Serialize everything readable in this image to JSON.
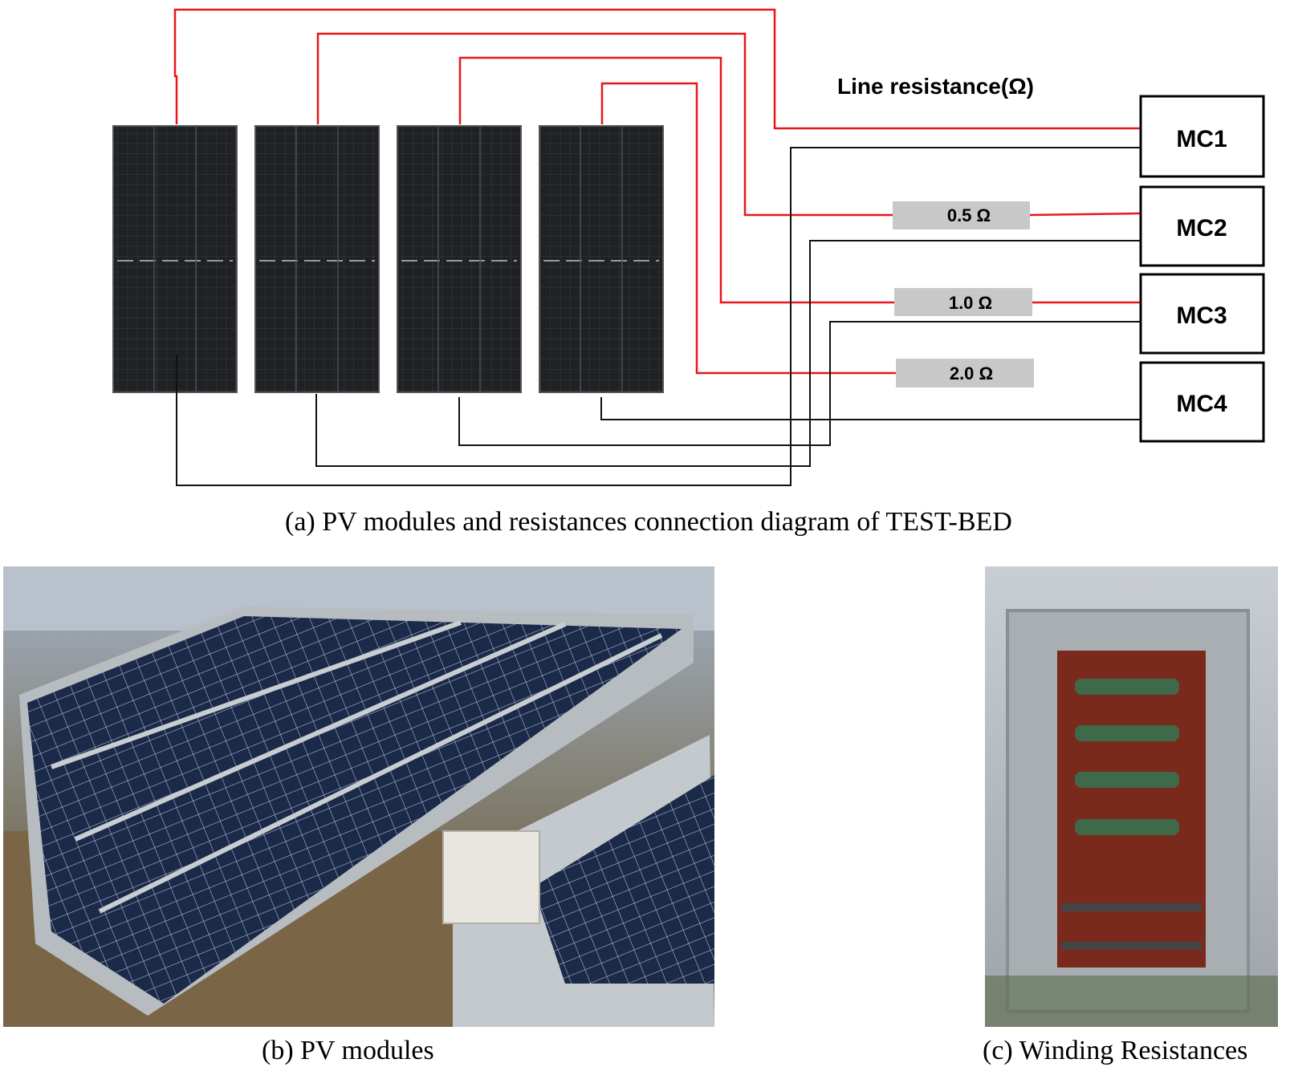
{
  "diagram": {
    "title": "Line resistance(Ω)",
    "modules": [
      "module-1",
      "module-2",
      "module-3",
      "module-4"
    ],
    "controllers": [
      "MC1",
      "MC2",
      "MC3",
      "MC4"
    ],
    "resistors": [
      "0.5 Ω",
      "1.0 Ω",
      "2.0 Ω"
    ],
    "colors": {
      "positive_wire": "#e8161b",
      "negative_wire": "#111111",
      "resistor_fill": "#c8c8c8",
      "panel": "#1e2023"
    }
  },
  "captions": {
    "a": "(a) PV modules and resistances connection diagram of TEST-BED",
    "b": "(b) PV modules",
    "c": "(c) Winding Resistances"
  }
}
